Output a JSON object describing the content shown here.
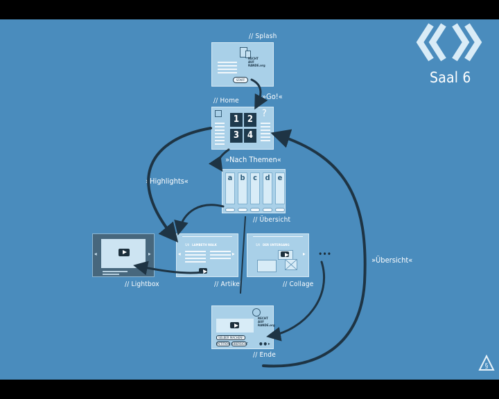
{
  "brand": {
    "logo_icon": "interlocking-chevrons-logo",
    "room": "Saal 6"
  },
  "screens": {
    "splash": {
      "label": "// Splash",
      "button": "START",
      "site_name": "RECHT\nAUF\nRANDE.org"
    },
    "home": {
      "label": "// Home",
      "tiles": [
        "1",
        "2",
        "3",
        "4"
      ],
      "help": "?"
    },
    "overview": {
      "label": "// Übersicht",
      "columns": [
        "a",
        "b",
        "c",
        "d",
        "e"
      ]
    },
    "artikel": {
      "label": "// Artikel",
      "heading_prefix": "S/II",
      "heading": "LAMBETH WALK"
    },
    "collage": {
      "label": "// Collage",
      "heading_prefix": "S/II",
      "heading": "DER UNTERGANG"
    },
    "lightbox": {
      "label": "// Lightbox"
    },
    "ende": {
      "label": "// Ende",
      "button_main": "SELBER MACHEN!",
      "button_a": "PETITION",
      "button_b": "ÜBERSICHT",
      "site_name": "RECHT\nAUF\nRANDE.org"
    }
  },
  "flows": {
    "go": "»Go!«",
    "nach_themen": "»Nach Themen«",
    "highlights": "»Highlights«",
    "ubersicht": "»Übersicht«"
  },
  "more": "•••",
  "corner_icon": "paragraph-recycle-icon"
}
